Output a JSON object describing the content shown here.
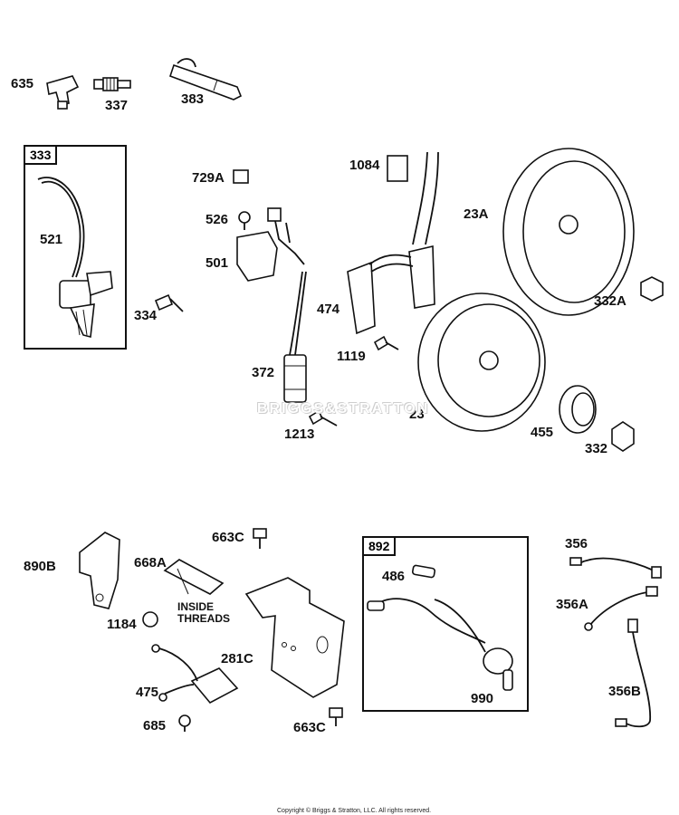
{
  "diagram": {
    "labels": {
      "p635": "635",
      "p337": "337",
      "p383": "383",
      "p333": "333",
      "p521": "521",
      "p334": "334",
      "p729a": "729A",
      "p526": "526",
      "p501": "501",
      "p372": "372",
      "p1213": "1213",
      "p1084": "1084",
      "p474": "474",
      "p1119": "1119",
      "p23a": "23A",
      "p332a": "332A",
      "p23": "23",
      "p455": "455",
      "p332": "332",
      "p890b": "890B",
      "p668a": "668A",
      "p663c_top": "663C",
      "p1184": "1184",
      "p281c": "281C",
      "p475": "475",
      "p685": "685",
      "p663c_bottom": "663C",
      "p892": "892",
      "p486": "486",
      "p990": "990",
      "p356": "356",
      "p356a": "356A",
      "p356b": "356B"
    },
    "note_line1": "INSIDE",
    "note_line2": "THREADS",
    "watermark": "BRIGGS&STRATTON",
    "copyright": "Copyright © Briggs & Stratton, LLC. All rights reserved."
  }
}
